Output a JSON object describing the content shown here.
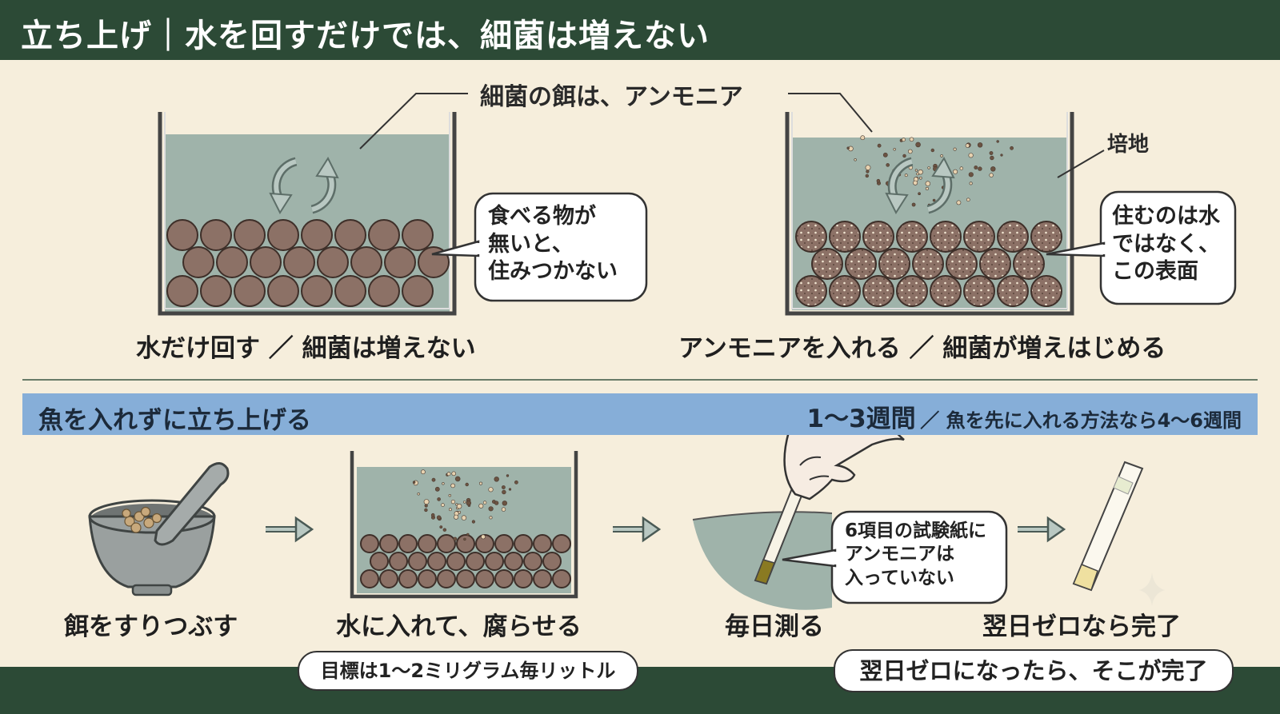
{
  "header": {
    "title": "立ち上げ｜水を回すだけでは、細菌は増えない"
  },
  "top": {
    "food_label": "細菌の餌は、アンモニア",
    "medium_label": "培地",
    "left_bubble": [
      "食べる物が",
      "無いと、",
      "住みつかない"
    ],
    "right_bubble": [
      "住むのは水",
      "ではなく、",
      "この表面"
    ],
    "left_caption": "水だけ回す ／ 細菌は増えない",
    "right_caption": "アンモニアを入れる ／ 細菌が増えはじめる"
  },
  "band": {
    "left": "魚を入れずに立ち上げる",
    "duration": "1〜3週間",
    "note": "／ 魚を先に入れる方法なら4〜6週間"
  },
  "steps": [
    {
      "label": "餌をすりつぶす"
    },
    {
      "label": "水に入れて、腐らせる"
    },
    {
      "label": "毎日測る"
    },
    {
      "label": "翌日ゼロなら完了"
    }
  ],
  "test_bubble": [
    "6項目の試験紙に",
    "アンモニアは",
    "入っていない"
  ],
  "footer": {
    "target": "目標は1〜2ミリグラム毎リットル",
    "done": "翌日ゼロになったら、そこが完了"
  },
  "colors": {
    "header_bg": "#2c4a36",
    "page_bg": "#f6eedc",
    "band_bg": "#86aed8",
    "water": "#9fb3aa",
    "ball": "#8c7166"
  },
  "icons": [
    "circular-arrows-icon",
    "arrow-right-icon",
    "mortar-pestle-icon",
    "hand-icon",
    "test-strip-icon"
  ]
}
